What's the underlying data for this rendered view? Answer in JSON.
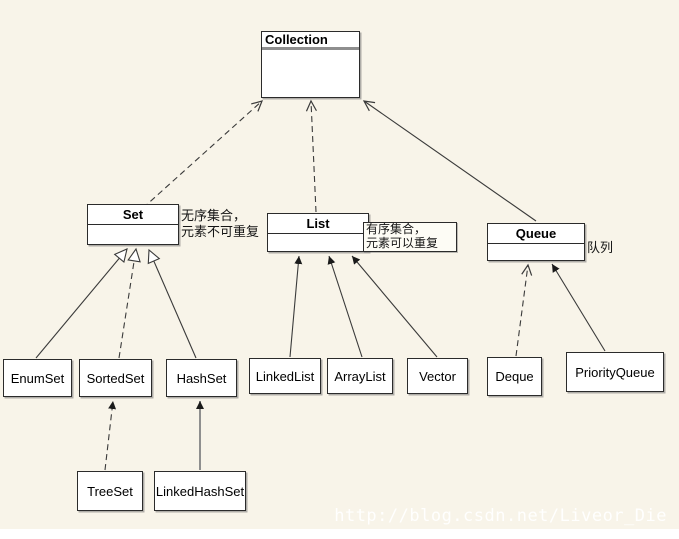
{
  "diagram": {
    "nodes": {
      "collection": {
        "label": "Collection"
      },
      "set": {
        "label": "Set"
      },
      "list": {
        "label": "List"
      },
      "queue": {
        "label": "Queue"
      },
      "enumset": {
        "label": "EnumSet"
      },
      "sortedset": {
        "label": "SortedSet"
      },
      "hashset": {
        "label": "HashSet"
      },
      "linkedlist": {
        "label": "LinkedList"
      },
      "arraylist": {
        "label": "ArrayList"
      },
      "vector": {
        "label": "Vector"
      },
      "deque": {
        "label": "Deque"
      },
      "priorityqueue": {
        "label": "PriorityQueue"
      },
      "treeset": {
        "label": "TreeSet"
      },
      "linkedhashset": {
        "label": "LinkedHashSet"
      }
    },
    "annotations": {
      "set_note_line1": "无序集合，",
      "set_note_line2": "元素不可重复",
      "list_note_line1": "有序集合，",
      "list_note_line2": "元素可以重复",
      "queue_note": "队列"
    },
    "edges": [
      {
        "id": "set-collection",
        "from": "Set",
        "to": "Collection",
        "line": "dashed",
        "head": "open"
      },
      {
        "id": "list-collection",
        "from": "List",
        "to": "Collection",
        "line": "dashed",
        "head": "open"
      },
      {
        "id": "queue-collection",
        "from": "Queue",
        "to": "Collection",
        "line": "solid",
        "head": "open"
      },
      {
        "id": "enumset-set",
        "from": "EnumSet",
        "to": "Set",
        "line": "solid",
        "head": "hollow"
      },
      {
        "id": "sortedset-set",
        "from": "SortedSet",
        "to": "Set",
        "line": "dashed",
        "head": "hollow"
      },
      {
        "id": "hashset-set",
        "from": "HashSet",
        "to": "Set",
        "line": "solid",
        "head": "hollow"
      },
      {
        "id": "linkedlist-list",
        "from": "LinkedList",
        "to": "List",
        "line": "solid",
        "head": "filled"
      },
      {
        "id": "arraylist-list",
        "from": "ArrayList",
        "to": "List",
        "line": "solid",
        "head": "filled"
      },
      {
        "id": "vector-list",
        "from": "Vector",
        "to": "List",
        "line": "solid",
        "head": "filled"
      },
      {
        "id": "deque-queue",
        "from": "Deque",
        "to": "Queue",
        "line": "dashed",
        "head": "open"
      },
      {
        "id": "priorityqueue-queue",
        "from": "PriorityQueue",
        "to": "Queue",
        "line": "solid",
        "head": "filled"
      },
      {
        "id": "treeset-sortedset",
        "from": "TreeSet",
        "to": "SortedSet",
        "line": "dashed",
        "head": "filled"
      },
      {
        "id": "linkedhashset-hashset",
        "from": "LinkedHashSet",
        "to": "HashSet",
        "line": "solid",
        "head": "filled"
      }
    ],
    "watermark": "http://blog.csdn.net/Liveor_Die",
    "colors": {
      "background": "#f8f4e9",
      "box_fill": "#ffffff",
      "box_border": "#2b2b2b",
      "line": "#3a3a3a",
      "watermark": "#ffffff"
    }
  }
}
